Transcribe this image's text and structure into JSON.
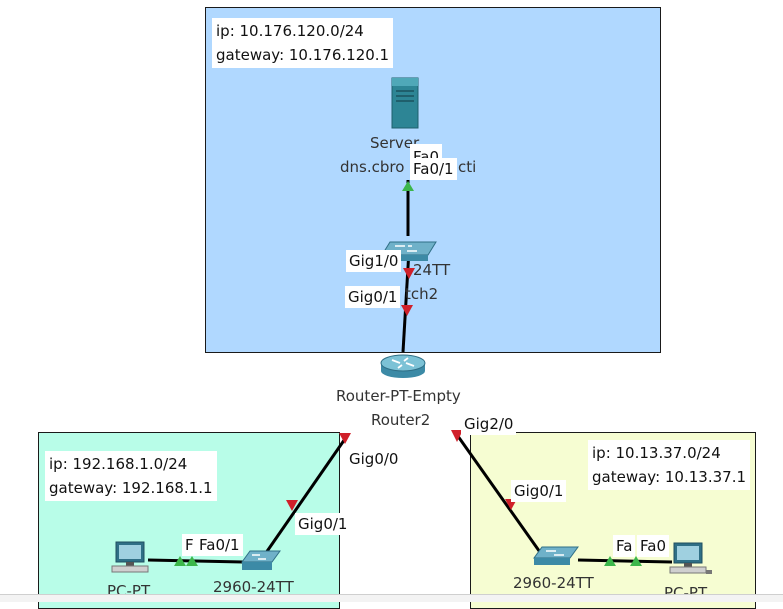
{
  "areas": {
    "top": {
      "ip": "ip: 10.176.120.0/24",
      "gateway": "gateway: 10.176.120.1",
      "color": "#b0d8ff"
    },
    "left": {
      "ip": "ip: 192.168.1.0/24",
      "gateway": "gateway: 192.168.1.1",
      "color": "#b8fde8"
    },
    "right": {
      "ip": "ip: 10.13.37.0/24",
      "gateway": "gateway: 10.13.37.1",
      "color": "#f6fdd2"
    }
  },
  "devices": {
    "server": {
      "type_label": "Server",
      "name_label": "dns.cbro",
      "name_tail": "cti",
      "icon": "server-icon"
    },
    "switch_top": {
      "model": "24TT",
      "name": "tch2",
      "icon": "switch-icon"
    },
    "router": {
      "model": "Router-PT-Empty",
      "name": "Router2",
      "icon": "router-icon"
    },
    "switch_left": {
      "model": "2960-24TT",
      "icon": "switch-icon"
    },
    "switch_right": {
      "model": "2960-24TT",
      "icon": "switch-icon"
    },
    "pc_left": {
      "model": "PC-PT",
      "icon": "pc-icon"
    },
    "pc_right": {
      "model": "PC-PT",
      "icon": "pc-icon"
    }
  },
  "ports": {
    "server_fa0": "Fa0",
    "switch_top_fa01": "Fa0/1",
    "switch_top_gig10": "Gig1/0",
    "switch_top_gig01": "Gig0/1",
    "router_gig00": "Gig0/0",
    "router_gig20": "Gig2/0",
    "switch_left_gig01": "Gig0/1",
    "switch_left_fa01": "Fa0/1",
    "switch_left_fa_cut": "F",
    "switch_right_gig01": "Gig0/1",
    "switch_right_fa_cut": "Fa",
    "pc_right_fa0": "Fa0"
  },
  "colors": {
    "link_up": "#3cb64a",
    "link_down": "#d0202a",
    "cable": "#000000"
  }
}
